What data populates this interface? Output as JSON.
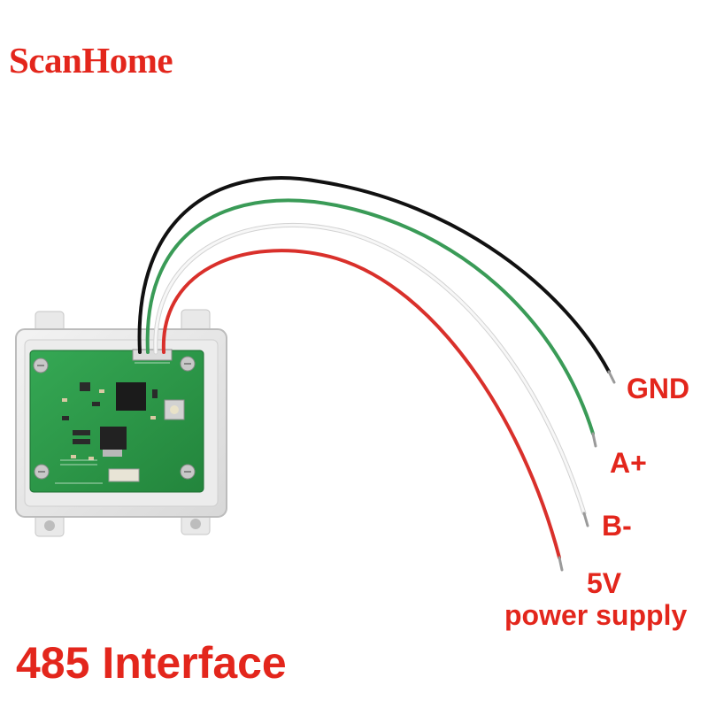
{
  "brand": "ScanHome",
  "wire_labels": {
    "gnd": "GND",
    "a_plus": "A+",
    "b_minus": "B-",
    "v5": "5V",
    "power": "power supply"
  },
  "footer_title": "485 Interface",
  "colors": {
    "accent": "#e3261c",
    "pcb": "#2e9a4a",
    "wire_black": "#111111",
    "wire_green": "#3a9b57",
    "wire_white": "#f4f4f4",
    "wire_red": "#d9302b"
  }
}
